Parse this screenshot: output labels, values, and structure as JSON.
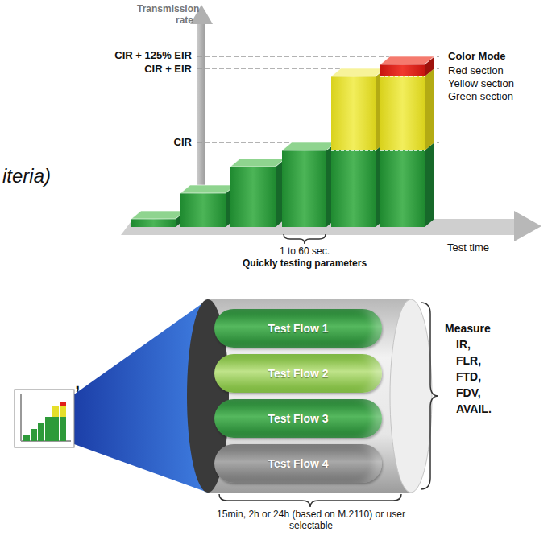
{
  "diagram": {
    "nodes": [
      {
        "text": [
          "Test Flow 1"
        ]
      },
      {
        "text": [
          "Test Flow 2"
        ]
      },
      {
        "text": [
          "Test Flow 3"
        ]
      },
      {
        "text": [
          "Test Flow 4"
        ]
      }
    ],
    "labels": [
      "Transmission rate",
      "CIR + 125% EIR",
      "CIR + EIR",
      "CIR",
      "Color Mode",
      "Red section",
      "Yellow section",
      "Green section",
      "iteria)",
      "Test time",
      "1 to 60 sec.",
      "Quickly testing parameters",
      ",",
      "Measure",
      "IR,",
      "FLR,",
      "FTD,",
      "FDV,",
      "AVAIL.",
      "15min, 2h or 24h (based on M.2110) or user selectable"
    ]
  }
}
